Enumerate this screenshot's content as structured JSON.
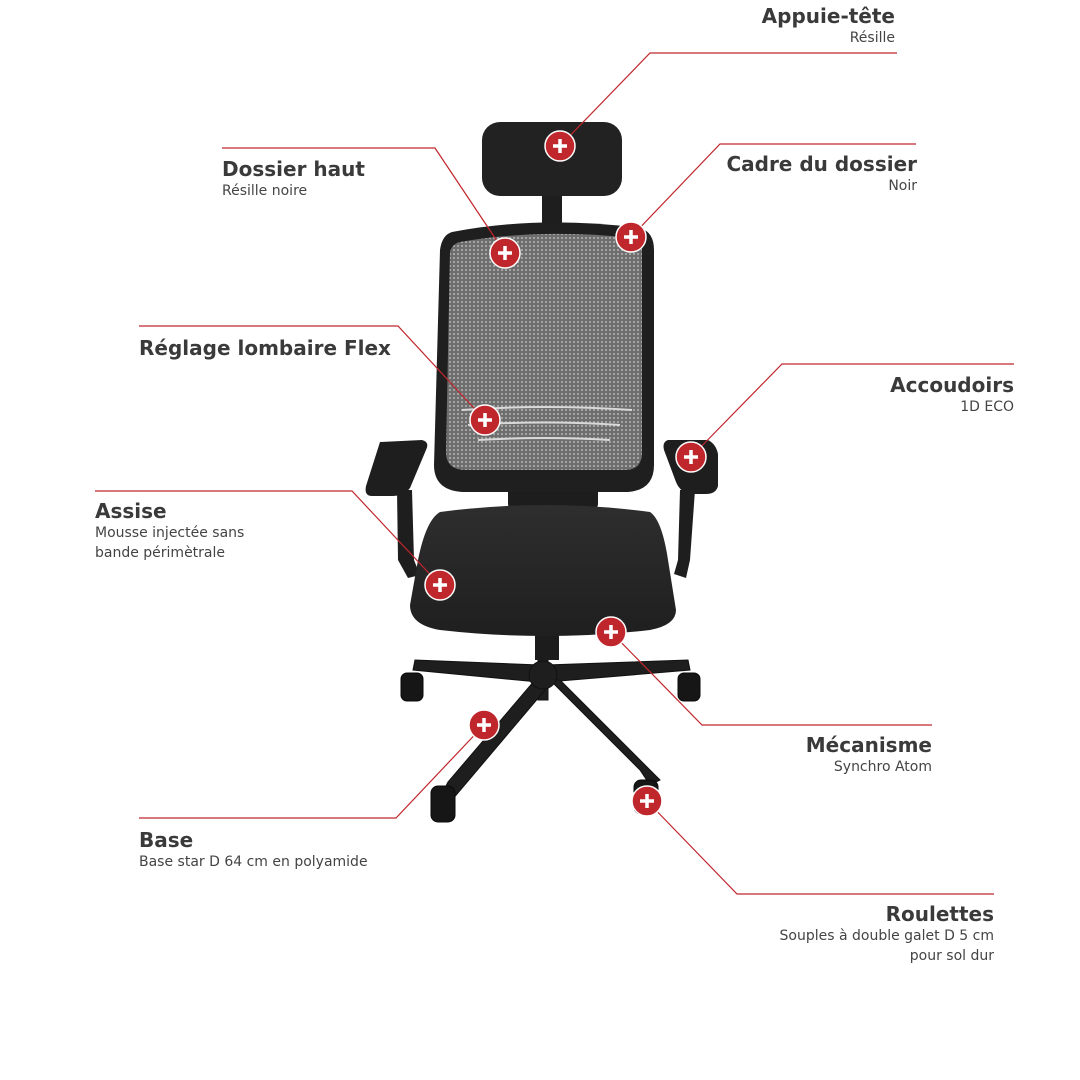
{
  "colors": {
    "accent": "#c0272d",
    "chair_dark": "#2b2b2b",
    "mesh": "#8f8f8f",
    "text": "#3a3a3a"
  },
  "hotspot_icon": "plus-icon",
  "features": [
    {
      "id": "appuie-tete",
      "title": "Appuie-tête",
      "sub": "Résille"
    },
    {
      "id": "dossier-haut",
      "title": "Dossier haut",
      "sub": "Résille noire"
    },
    {
      "id": "cadre-dossier",
      "title": "Cadre du dossier",
      "sub": "Noir"
    },
    {
      "id": "reglage-lombaire",
      "title": "Réglage lombaire Flex",
      "sub": ""
    },
    {
      "id": "accoudoirs",
      "title": "Accoudoirs",
      "sub": "1D ECO"
    },
    {
      "id": "assise",
      "title": "Assise",
      "sub": "Mousse injectée sans\nbande périmètrale"
    },
    {
      "id": "mecanisme",
      "title": "Mécanisme",
      "sub": "Synchro Atom"
    },
    {
      "id": "base",
      "title": "Base",
      "sub": "Base star D 64 cm en polyamide"
    },
    {
      "id": "roulettes",
      "title": "Roulettes",
      "sub": "Souples à double galet D 5 cm\npour sol dur"
    }
  ]
}
